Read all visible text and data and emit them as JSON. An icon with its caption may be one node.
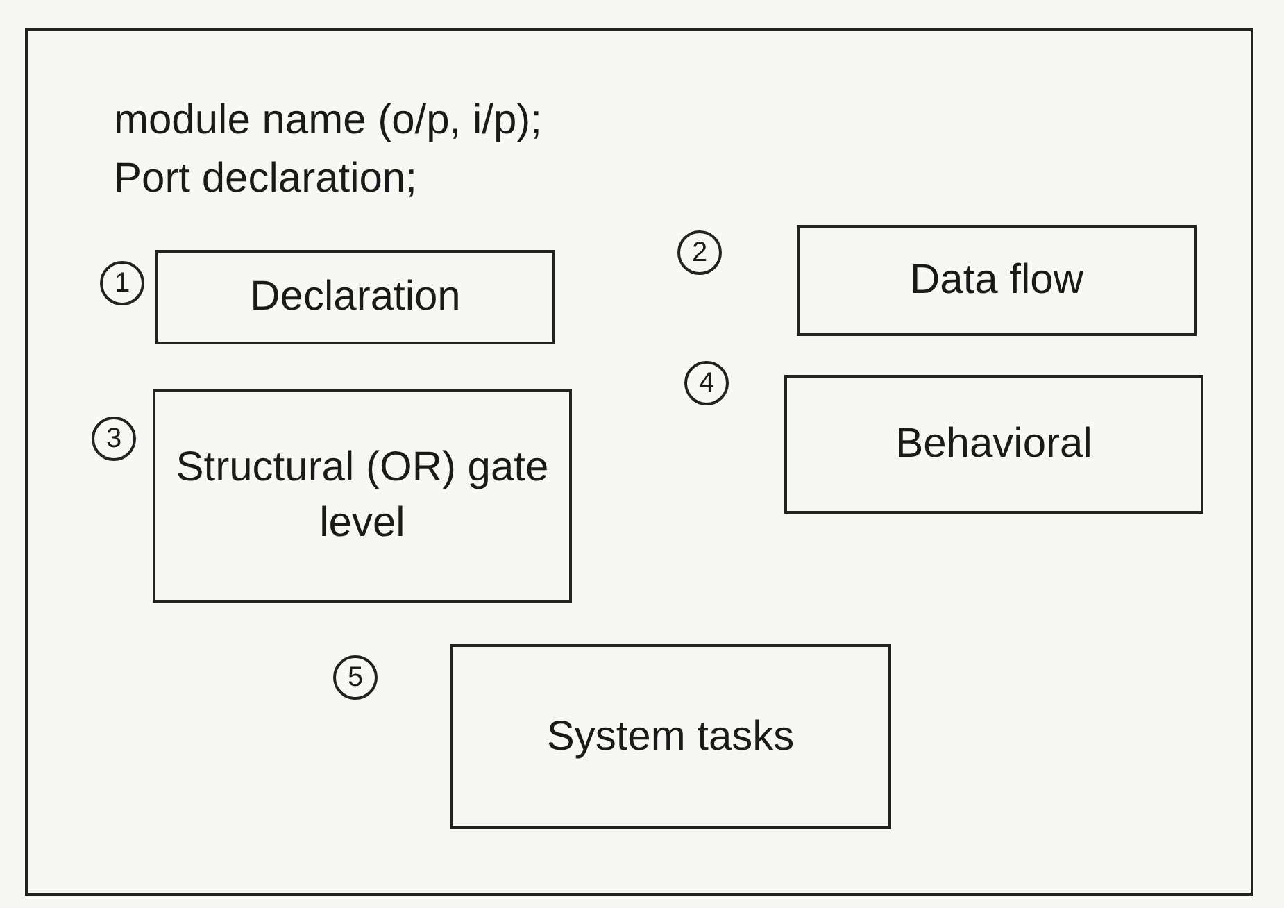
{
  "diagram": {
    "nodes": [
      {
        "text": [
          "module name (o/p, i/p);",
          "Port declaration;"
        ]
      },
      {
        "text": [
          "Declaration"
        ],
        "in": 0,
        "beside": [
          "1"
        ]
      },
      {
        "text": [
          "Data flow"
        ],
        "in": 0,
        "beside": [
          "2"
        ]
      },
      {
        "text": [
          "Structural (OR) gate level"
        ],
        "in": 0,
        "beside": [
          "3"
        ]
      },
      {
        "text": [
          "Behavioral"
        ],
        "in": 0,
        "beside": [
          "4"
        ]
      },
      {
        "text": [
          "System tasks"
        ],
        "in": 0,
        "beside": [
          "5"
        ]
      }
    ]
  }
}
